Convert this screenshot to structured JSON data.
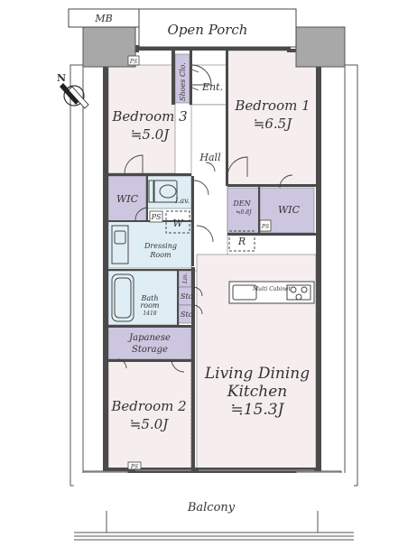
{
  "colors": {
    "room_pink": "#f6eeee",
    "storage_purple": "#cdc6e0",
    "wet_blue": "#dfeef4",
    "floor_white": "#ffffff",
    "wall": "#4a4a4a",
    "pillar": "#a8a8a8"
  },
  "labels": {
    "mb": "MB",
    "open_porch": "Open Porch",
    "ps_top": "PS",
    "shoes_clo": "Shoes Clo.",
    "ent": "Ent.",
    "bedroom1_name": "Bedroom 1",
    "bedroom1_size": "≒6.5J",
    "bedroom3_name": "Bedroom 3",
    "bedroom3_size": "≒5.0J",
    "hall": "Hall",
    "wic_left": "WIC",
    "lav": "Lav.",
    "ps_mid": "PS",
    "w": "W",
    "den_name": "DEN",
    "den_size": "≒0.8J",
    "ps_den": "PS",
    "wic_right": "WIC",
    "r": "R",
    "dressing_room": [
      "Dressing",
      "Room"
    ],
    "lin": "Lin.",
    "bathroom": [
      "Bath",
      "room",
      "1418"
    ],
    "sto1": "Sto.",
    "sto2": "Sto.",
    "multi_cabinet": "Multi Cabinet",
    "japanese_storage": [
      "Japanese",
      "Storage"
    ],
    "ldk_name": [
      "Living Dining",
      "Kitchen"
    ],
    "ldk_size": "≒15.3J",
    "bedroom2_name": "Bedroom 2",
    "bedroom2_size": "≒5.0J",
    "ps_bottom": "PS",
    "balcony": "Balcony",
    "north": "N"
  }
}
